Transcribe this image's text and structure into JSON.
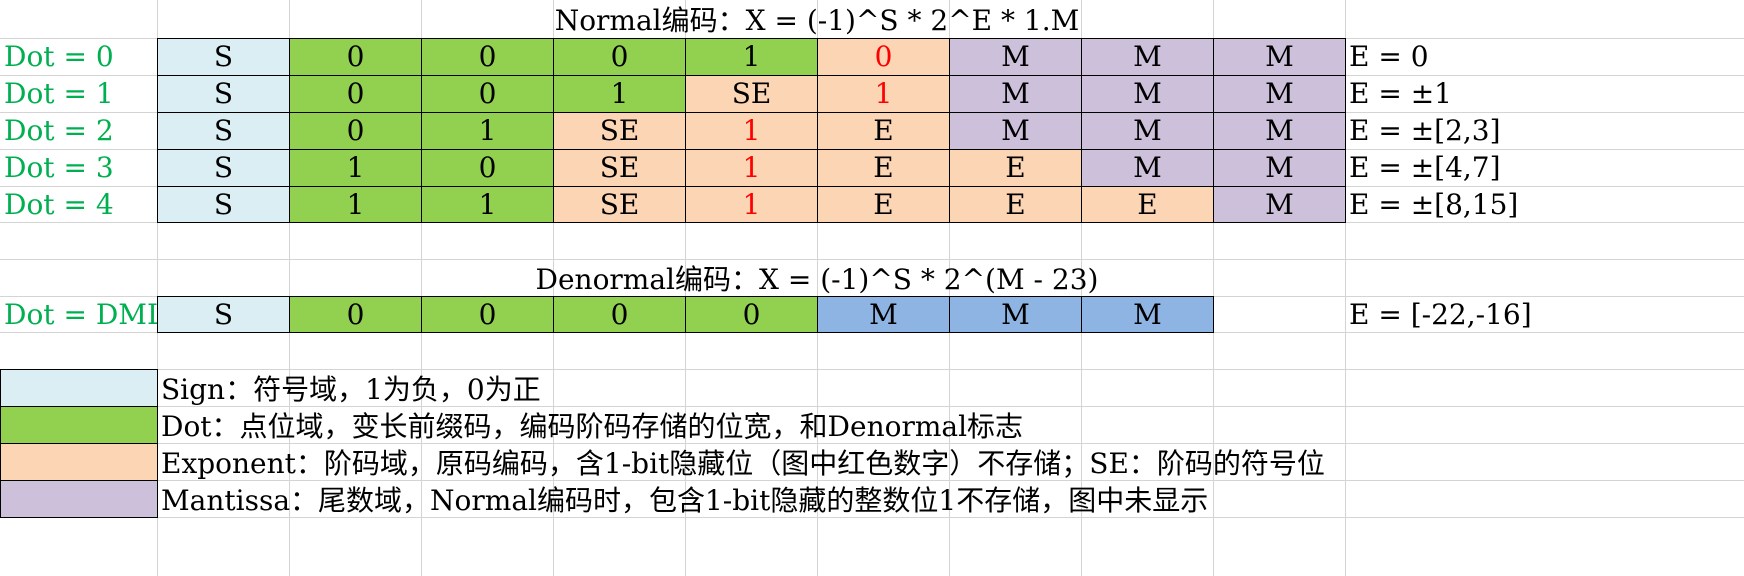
{
  "colors": {
    "sign": "#daeef3",
    "dot": "#92d050",
    "exponent": "#fcd5b5",
    "mantissa": "#ccc0da",
    "denormal_mantissa": "#8eb4e3",
    "label_green": "#00b050",
    "hidden_bit_red": "#ff0000"
  },
  "normal": {
    "title": "Normal编码：X = (-1)^S * 2^E * 1.M",
    "rows": [
      {
        "label": "Dot = 0",
        "range": "E = 0",
        "cells": [
          {
            "t": "S",
            "k": "sign"
          },
          {
            "t": "0",
            "k": "dot"
          },
          {
            "t": "0",
            "k": "dot"
          },
          {
            "t": "0",
            "k": "dot"
          },
          {
            "t": "1",
            "k": "dot"
          },
          {
            "t": "0",
            "k": "exponent",
            "red": true
          },
          {
            "t": "M",
            "k": "mantissa"
          },
          {
            "t": "M",
            "k": "mantissa"
          },
          {
            "t": "M",
            "k": "mantissa"
          }
        ]
      },
      {
        "label": "Dot = 1",
        "range": "E = ±1",
        "cells": [
          {
            "t": "S",
            "k": "sign"
          },
          {
            "t": "0",
            "k": "dot"
          },
          {
            "t": "0",
            "k": "dot"
          },
          {
            "t": "1",
            "k": "dot"
          },
          {
            "t": "SE",
            "k": "exponent"
          },
          {
            "t": "1",
            "k": "exponent",
            "red": true
          },
          {
            "t": "M",
            "k": "mantissa"
          },
          {
            "t": "M",
            "k": "mantissa"
          },
          {
            "t": "M",
            "k": "mantissa"
          }
        ]
      },
      {
        "label": "Dot = 2",
        "range": "E = ±[2,3]",
        "cells": [
          {
            "t": "S",
            "k": "sign"
          },
          {
            "t": "0",
            "k": "dot"
          },
          {
            "t": "1",
            "k": "dot"
          },
          {
            "t": "SE",
            "k": "exponent"
          },
          {
            "t": "1",
            "k": "exponent",
            "red": true
          },
          {
            "t": "E",
            "k": "exponent"
          },
          {
            "t": "M",
            "k": "mantissa"
          },
          {
            "t": "M",
            "k": "mantissa"
          },
          {
            "t": "M",
            "k": "mantissa"
          }
        ]
      },
      {
        "label": "Dot = 3",
        "range": "E = ±[4,7]",
        "cells": [
          {
            "t": "S",
            "k": "sign"
          },
          {
            "t": "1",
            "k": "dot"
          },
          {
            "t": "0",
            "k": "dot"
          },
          {
            "t": "SE",
            "k": "exponent"
          },
          {
            "t": "1",
            "k": "exponent",
            "red": true
          },
          {
            "t": "E",
            "k": "exponent"
          },
          {
            "t": "E",
            "k": "exponent"
          },
          {
            "t": "M",
            "k": "mantissa"
          },
          {
            "t": "M",
            "k": "mantissa"
          }
        ]
      },
      {
        "label": "Dot = 4",
        "range": "E = ±[8,15]",
        "cells": [
          {
            "t": "S",
            "k": "sign"
          },
          {
            "t": "1",
            "k": "dot"
          },
          {
            "t": "1",
            "k": "dot"
          },
          {
            "t": "SE",
            "k": "exponent"
          },
          {
            "t": "1",
            "k": "exponent",
            "red": true
          },
          {
            "t": "E",
            "k": "exponent"
          },
          {
            "t": "E",
            "k": "exponent"
          },
          {
            "t": "E",
            "k": "exponent"
          },
          {
            "t": "M",
            "k": "mantissa"
          }
        ]
      }
    ]
  },
  "denormal": {
    "title": "Denormal编码：X = (-1)^S * 2^(M - 23)",
    "row": {
      "label": "Dot = DML",
      "range": "E = [-22,-16]",
      "cells": [
        {
          "t": "S",
          "k": "sign"
        },
        {
          "t": "0",
          "k": "dot"
        },
        {
          "t": "0",
          "k": "dot"
        },
        {
          "t": "0",
          "k": "dot"
        },
        {
          "t": "0",
          "k": "dot"
        },
        {
          "t": "M",
          "k": "denormal_mantissa"
        },
        {
          "t": "M",
          "k": "denormal_mantissa"
        },
        {
          "t": "M",
          "k": "denormal_mantissa"
        }
      ]
    }
  },
  "legend": [
    {
      "k": "sign",
      "text": "Sign：符号域，1为负，0为正"
    },
    {
      "k": "dot",
      "text": "Dot：点位域，变长前缀码，编码阶码存储的位宽，和Denormal标志"
    },
    {
      "k": "exponent",
      "text": "Exponent：阶码域，原码编码，含1-bit隐藏位（图中红色数字）不存储；SE：阶码的符号位"
    },
    {
      "k": "mantissa",
      "text": "Mantissa：尾数域，Normal编码时，包含1-bit隐藏的整数位1不存储，图中未显示"
    }
  ]
}
